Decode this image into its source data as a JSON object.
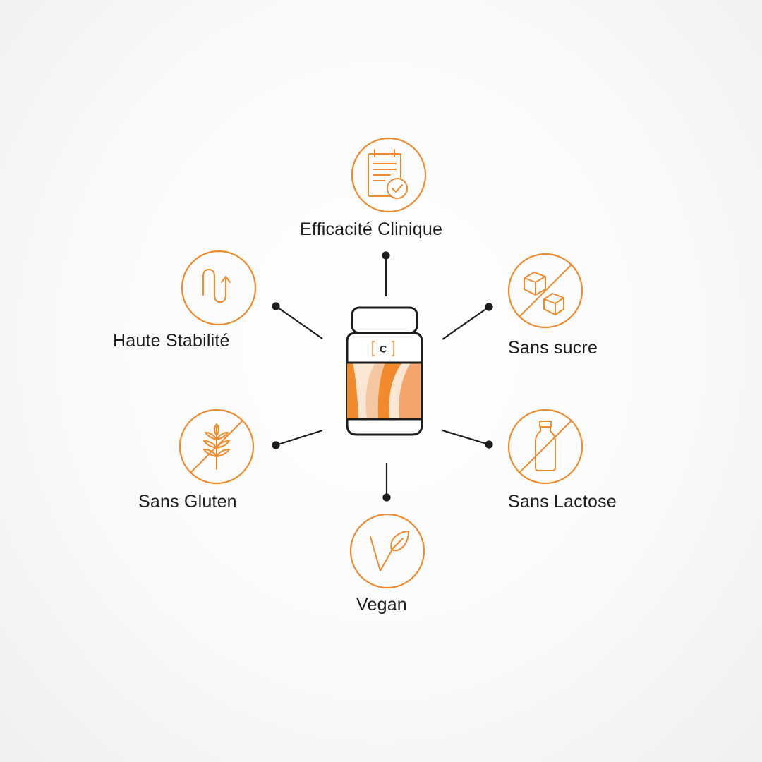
{
  "colors": {
    "accent": "#f08a2c",
    "text": "#1d1d1d",
    "connector": "#1d1d1d"
  },
  "product": {
    "logo_letter": "C"
  },
  "features": {
    "clinical": {
      "label": "Efficacité Clinique",
      "icon": "clipboard-check-icon"
    },
    "stability": {
      "label": "Haute Stabilité",
      "icon": "u-turn-arrow-icon"
    },
    "sugar_free": {
      "label": "Sans sucre",
      "icon": "no-sugar-cubes-icon"
    },
    "gluten_free": {
      "label": "Sans Gluten",
      "icon": "no-wheat-icon"
    },
    "lactose_free": {
      "label": "Sans Lactose",
      "icon": "no-milk-bottle-icon"
    },
    "vegan": {
      "label": "Vegan",
      "icon": "leaf-v-icon"
    }
  }
}
